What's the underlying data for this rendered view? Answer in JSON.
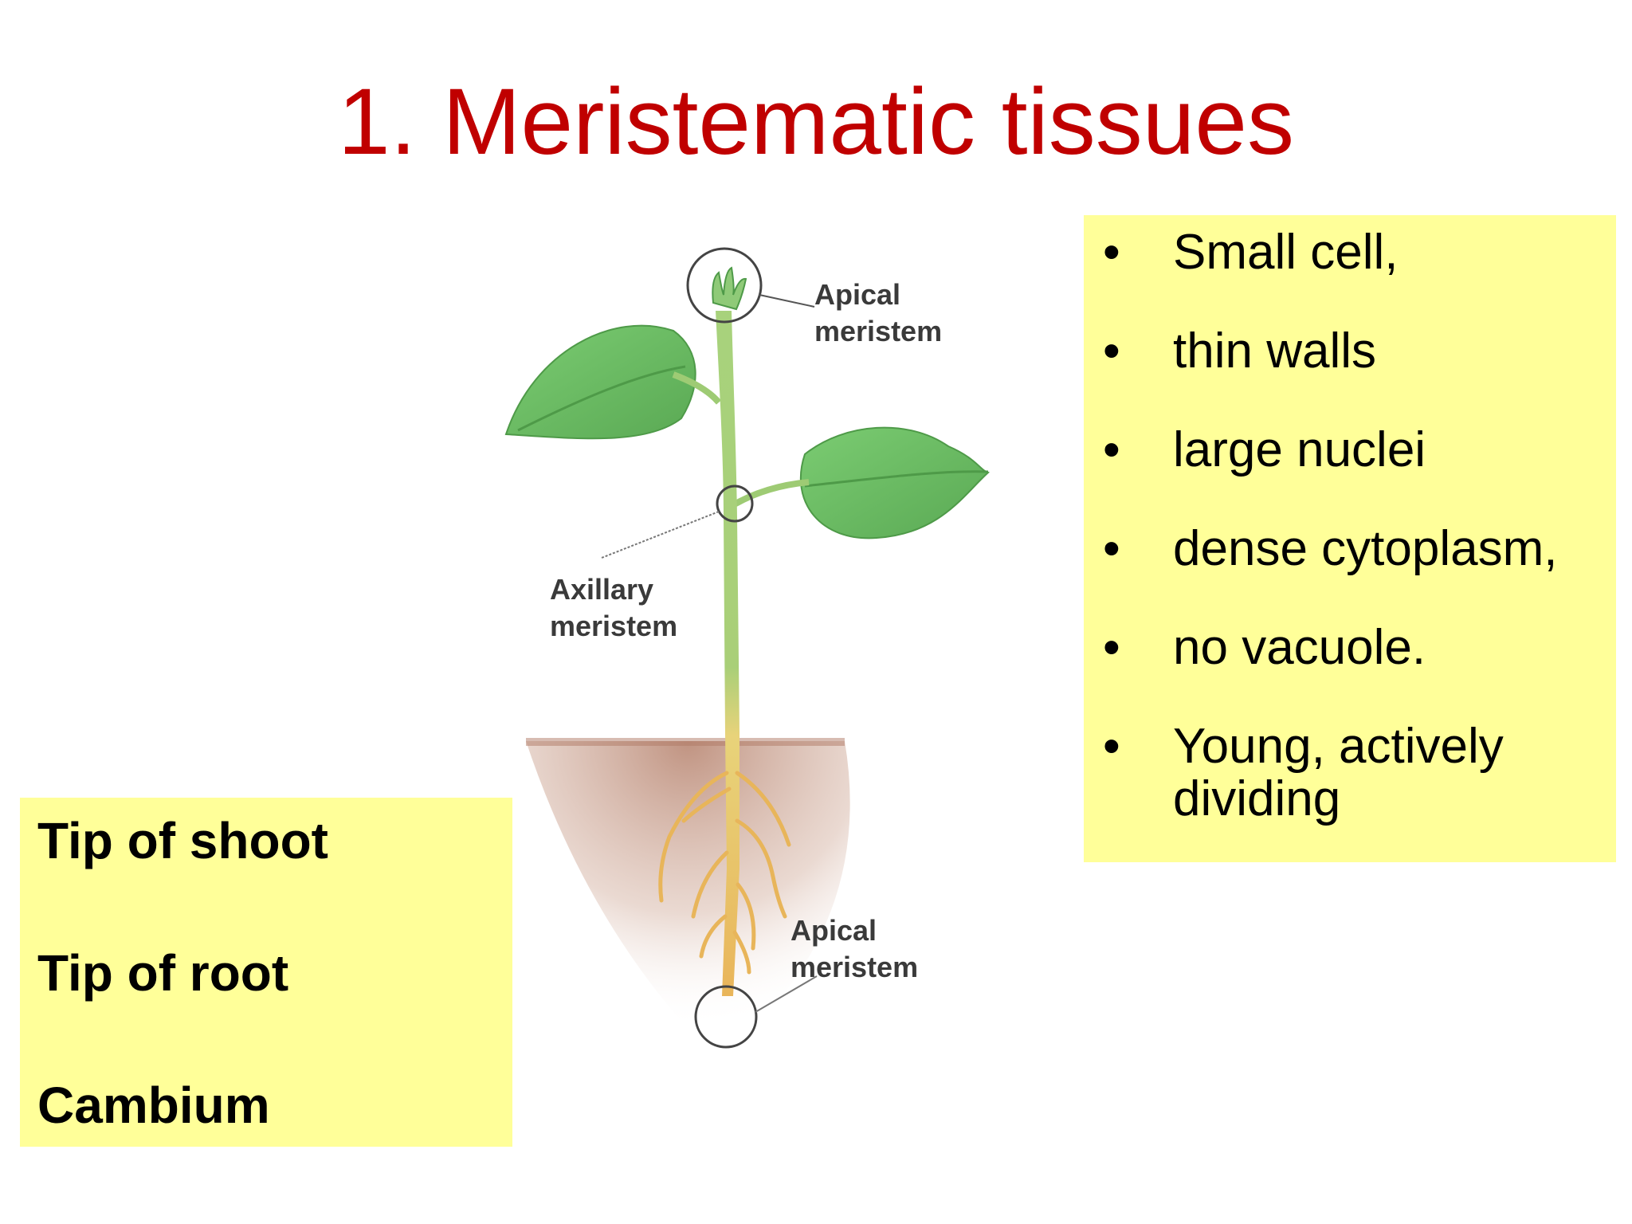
{
  "title": "1. Meristematic tissues",
  "characteristics": {
    "bullet": "•",
    "items": [
      "Small cell,",
      "thin walls",
      "large nuclei",
      "dense cytoplasm,",
      "no vacuole.",
      "Young, actively dividing"
    ]
  },
  "locations": [
    "Tip of shoot",
    "Tip of root",
    "Cambium"
  ],
  "diagram": {
    "apical_top_line1": "Apical",
    "apical_top_line2": "meristem",
    "axillary_line1": "Axillary",
    "axillary_line2": "meristem",
    "apical_bottom_line1": "Apical",
    "apical_bottom_line2": "meristem"
  },
  "colors": {
    "title": "#c00000",
    "box": "#ffff99",
    "leaf": "#6fc46a",
    "stem": "#9ecb74",
    "root": "#e6b556",
    "soil": "#c89a86"
  }
}
